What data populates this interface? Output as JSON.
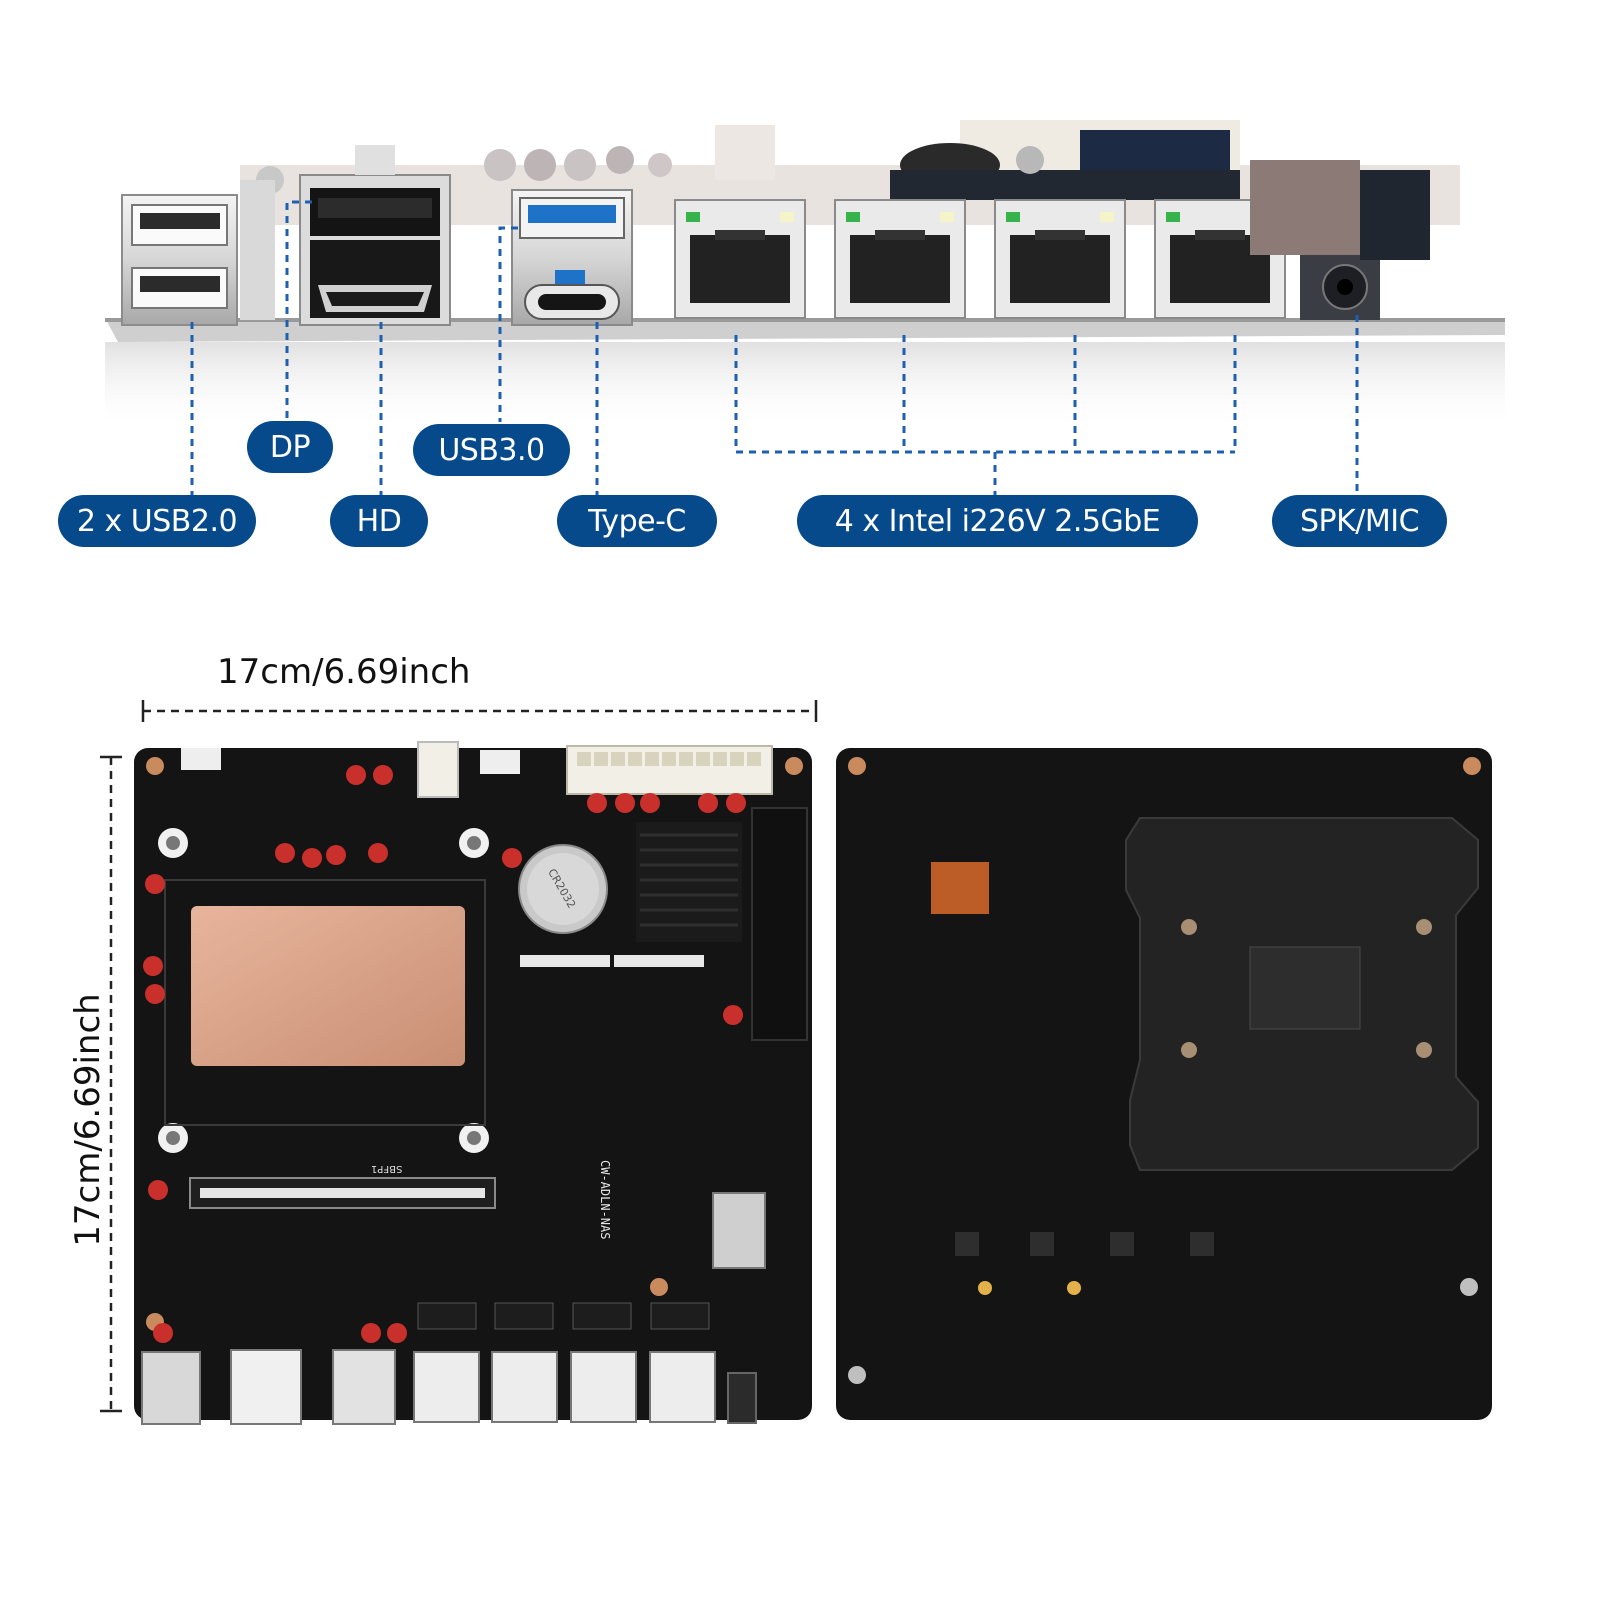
{
  "labels": {
    "dp": "DP",
    "usb30": "USB3.0",
    "usb20": "2 x USB2.0",
    "hd": "HD",
    "typec": "Type-C",
    "lan": "4 x Intel i226V 2.5GbE",
    "spk": "SPK/MIC"
  },
  "dimensions": {
    "width": "17cm/6.69inch",
    "height": "17cm/6.69inch"
  },
  "board_print": {
    "model": "CW-ADLN-NAS",
    "cmos_battery": "CR2032",
    "so_dimm": "SBFP1"
  },
  "colors": {
    "label_bg": "#064a8c",
    "leader_line": "#1f5fb0",
    "pcb": "#111111",
    "copper_pad": "#d9a38a"
  }
}
